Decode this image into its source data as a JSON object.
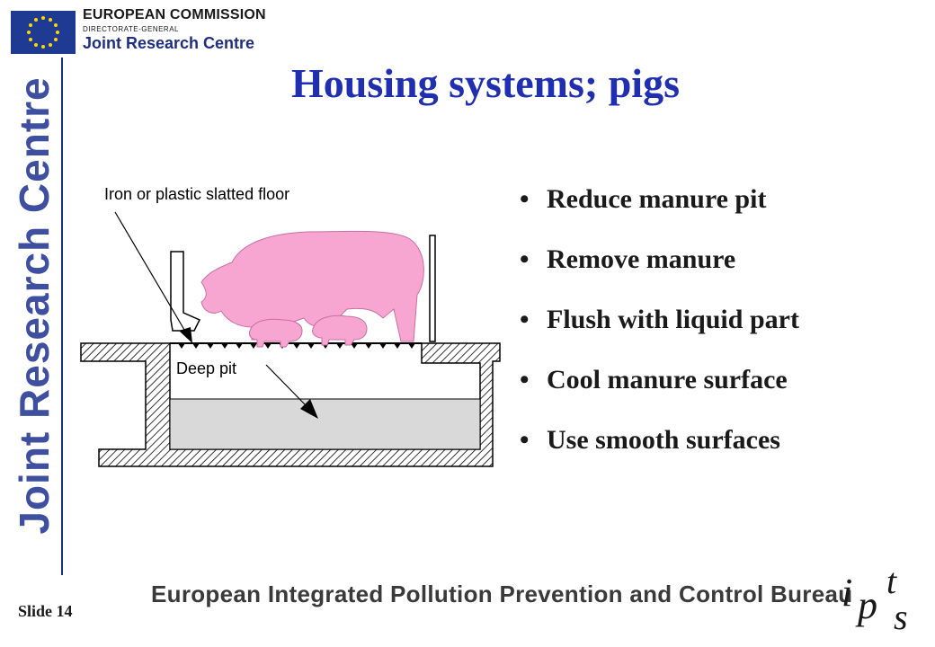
{
  "header": {
    "org": "EUROPEAN COMMISSION",
    "directorate": "DIRECTORATE-GENERAL",
    "jrc": "Joint Research Centre"
  },
  "sidebar": {
    "vertical_text": "Joint Research Centre"
  },
  "title": "Housing systems; pigs",
  "diagram": {
    "floor_label": "Iron or plastic slatted floor",
    "pit_label": "Deep pit"
  },
  "bullets": [
    "Reduce manure pit",
    "Remove manure",
    "Flush with liquid part",
    "Cool manure surface",
    "Use smooth  surfaces"
  ],
  "footer": {
    "slide_number": "Slide 14",
    "bureau": "European Integrated Pollution Prevention and Control Bureau"
  },
  "colors": {
    "title": "#1f2fb0",
    "brand_blue": "#1f2f80",
    "pig": "#f7a6d2",
    "slurry": "#d9d9d9"
  }
}
